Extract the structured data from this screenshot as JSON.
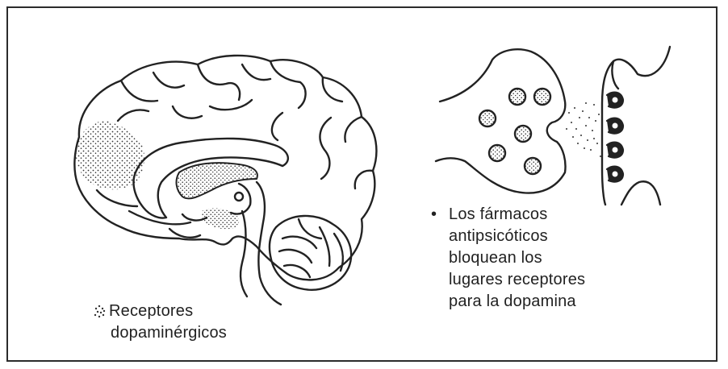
{
  "labels": {
    "left_icon": "dotted-symbol",
    "left_line1": "Receptores",
    "left_line2": "dopaminérgicos",
    "right_bullet": "•",
    "right_line1": "Los fármacos",
    "right_line2": "antipsicóticos",
    "right_line3": "bloquean los",
    "right_line4": "lugares receptores",
    "right_line5": "para la dopamina"
  },
  "colors": {
    "ink": "#222222",
    "background": "#ffffff"
  }
}
